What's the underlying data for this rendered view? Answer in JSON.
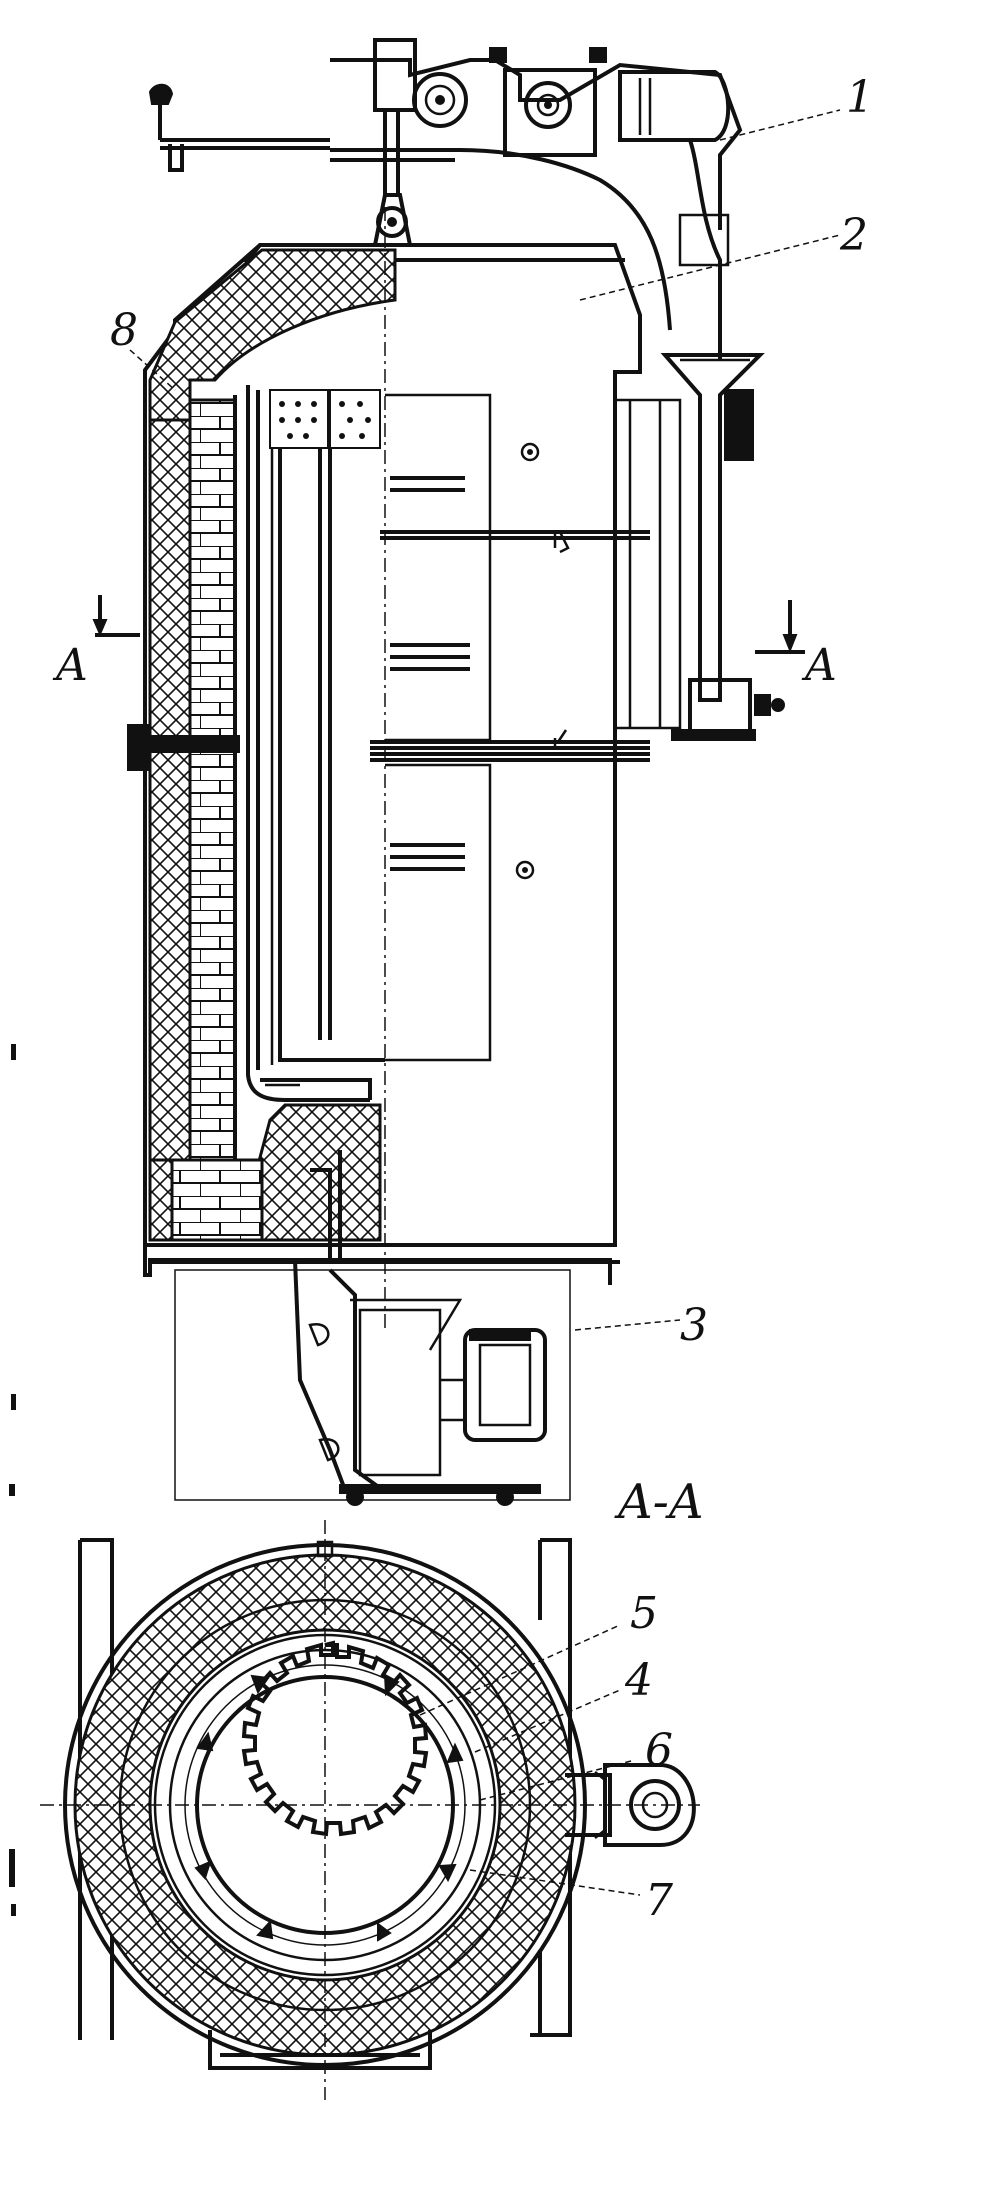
{
  "callouts": {
    "c1": "1",
    "c2": "2",
    "c3": "3",
    "c4": "4",
    "c5": "5",
    "c6": "6",
    "c7": "7",
    "c8": "8"
  },
  "section": {
    "mark_left": "A",
    "mark_right": "A",
    "view_title": "A-A"
  },
  "colors": {
    "ink": "#111111",
    "paper": "#ffffff"
  }
}
